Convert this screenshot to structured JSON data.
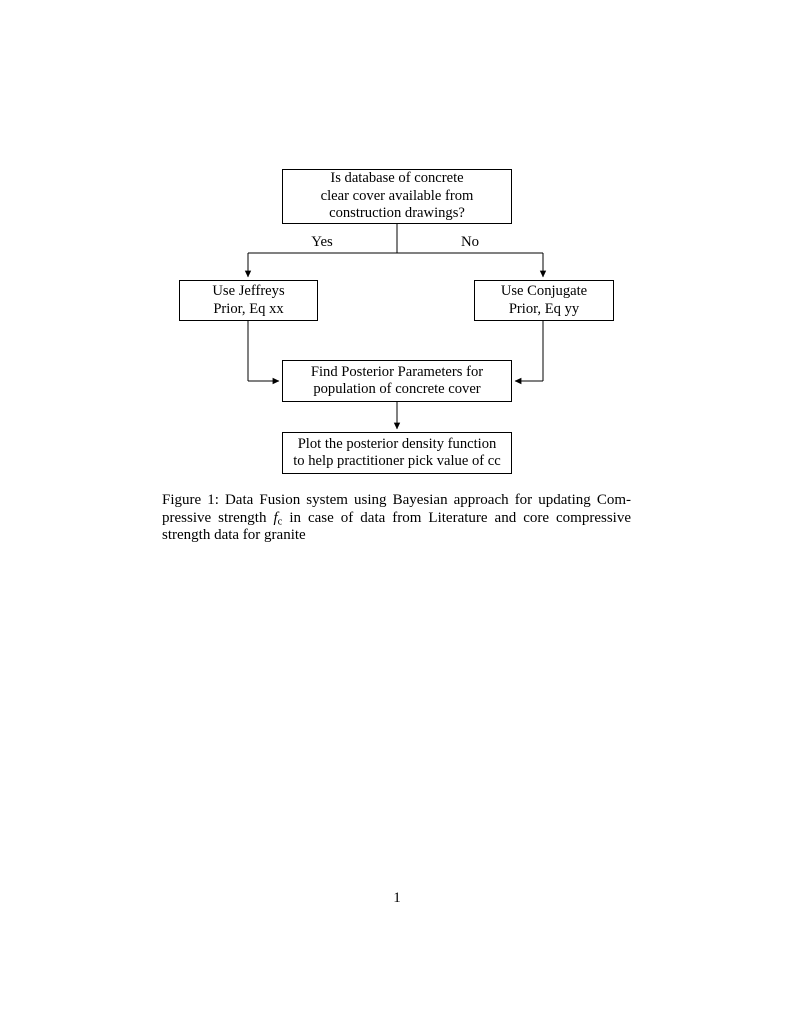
{
  "colors": {
    "ink": "#000000",
    "paper": "#ffffff"
  },
  "flowchart": {
    "nodes": {
      "question": {
        "lines": [
          "Is database of concrete",
          "clear cover available from",
          "construction drawings?"
        ]
      },
      "jeffreys": {
        "lines": [
          "Use Jeffreys",
          "Prior, Eq xx"
        ]
      },
      "conjugate": {
        "lines": [
          "Use Conjugate",
          "Prior, Eq yy"
        ]
      },
      "posterior": {
        "lines": [
          "Find Posterior Parameters for",
          "population of concrete cover"
        ]
      },
      "plot": {
        "lines": [
          "Plot the posterior density function",
          "to help practitioner pick value of cc"
        ]
      }
    },
    "edge_labels": {
      "yes": "Yes",
      "no": "No"
    }
  },
  "caption": {
    "line1": "Figure 1: Data Fusion system using Bayesian approach for updating Com-",
    "line2_pre": "pressive strength ",
    "fc_base": "f",
    "fc_sub": "c",
    "line2_post": " in case of data from Literature and core compressive",
    "line3": "strength data for granite"
  },
  "page": {
    "number": "1"
  }
}
